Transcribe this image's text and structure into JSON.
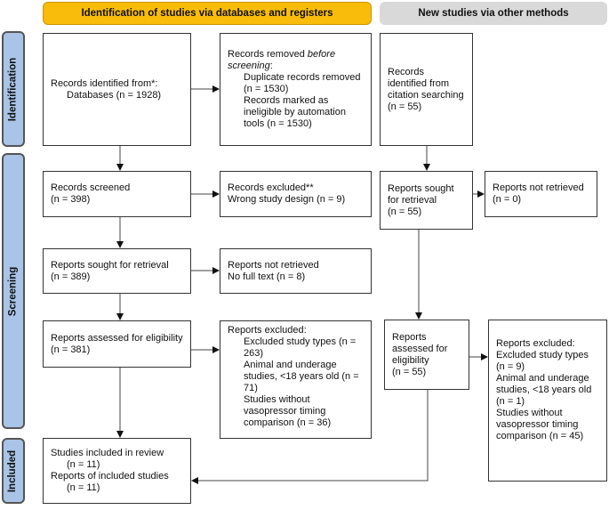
{
  "headers": {
    "databases": "Identification of studies via databases and registers",
    "other": "New studies via other methods",
    "databases_color": "#f9bc0b",
    "other_color": "#d9d9d9"
  },
  "phases": {
    "identification": "Identification",
    "screening": "Screening",
    "included": "Included",
    "color": "#a9c4e6"
  },
  "boxes": {
    "identified": {
      "title": "Records identified from*:",
      "lines": [
        "Databases (n = 1928)"
      ]
    },
    "removed": {
      "title_a": "Records removed ",
      "title_b": "before screening",
      "title_c": ":",
      "lines": [
        "Duplicate records removed (n = 1530)",
        "Records marked as ineligible by automation tools (n = 1530)"
      ]
    },
    "citation": {
      "lines": [
        "Records identified from citation searching",
        "(n = 55)"
      ]
    },
    "screened": {
      "lines": [
        "Records screened",
        "(n = 398)"
      ]
    },
    "excluded": {
      "lines": [
        "Records excluded**",
        "Wrong study design (n = 9)"
      ]
    },
    "sought": {
      "lines": [
        "Reports sought for retrieval",
        "(n = 389)"
      ]
    },
    "not_retrieved": {
      "lines": [
        "Reports not retrieved",
        "No full text (n = 8)"
      ]
    },
    "assessed": {
      "lines": [
        "Reports assessed for eligibility",
        "(n = 381)"
      ]
    },
    "reports_excluded": {
      "title": "Reports excluded:",
      "lines": [
        "Excluded study types (n = 263)",
        "Animal and underage studies, <18 years old (n = 71)",
        "Studies without vasopressor timing comparison (n = 36)"
      ]
    },
    "included": {
      "lines": [
        "Studies included in review",
        "(n = 11)",
        "Reports of included studies",
        "(n = 11)"
      ]
    },
    "sought_other": {
      "lines": [
        "Reports sought for retrieval",
        "(n = 55)"
      ]
    },
    "not_retrieved_other": {
      "lines": [
        "Reports not retrieved",
        "(n = 0)"
      ]
    },
    "assessed_other": {
      "lines": [
        "Reports assessed for eligibility",
        "(n = 55)"
      ]
    },
    "reports_excluded_other": {
      "lines": [
        "Reports excluded:",
        "Excluded study types (n = 9)",
        "Animal and underage studies, <18 years old (n = 1)",
        "Studies without vasopressor timing comparison (n = 45)"
      ]
    }
  }
}
